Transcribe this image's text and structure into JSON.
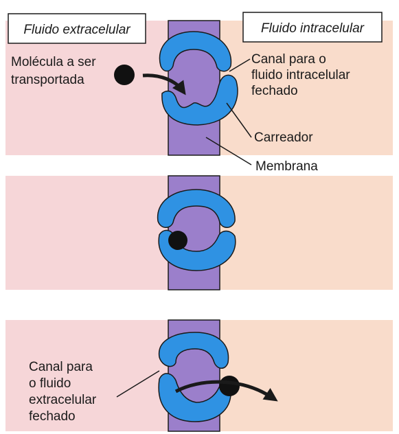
{
  "labels": {
    "extracellular_fluid": "Fluido extracelular",
    "intracellular_fluid": "Fluido intracelular",
    "molecule_line1": "Molécula a ser",
    "molecule_line2": "transportada",
    "intra_channel_line1": "Canal para o",
    "intra_channel_line2": "fluido intracelular",
    "intra_channel_line3": "fechado",
    "carrier": "Carreador",
    "membrane": "Membrana",
    "extra_channel_line1": "Canal para",
    "extra_channel_line2": "o fluido",
    "extra_channel_line3": "extracelular",
    "extra_channel_line4": "fechado"
  },
  "colors": {
    "extracellular_bg": "#f6d6d8",
    "intracellular_bg": "#f9dccb",
    "membrane": "#9b7fcb",
    "carrier": "#2f92e3",
    "outline": "#1a1a1a"
  }
}
